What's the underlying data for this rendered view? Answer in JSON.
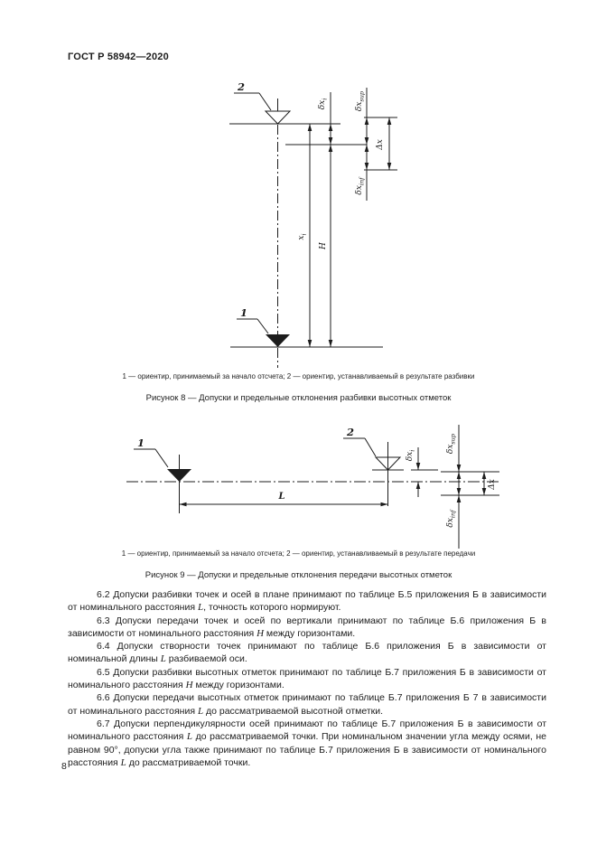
{
  "page": {
    "header": "ГОСТ Р 58942—2020",
    "number": "8"
  },
  "figure8": {
    "marker1": "1",
    "marker2": "2",
    "labels": {
      "xi": "x_i",
      "h": "H",
      "dxi": "δx_i",
      "dxsup": "δx_sup",
      "dxinf": "δx_inf",
      "deltax": "Δx"
    },
    "note": "1 — ориентир, принимаемый за начало отсчета; 2 — ориентир, устанавливаемый в результате разбивки",
    "caption": "Рисунок 8 — Допуски и предельные отклонения разбивки высотных отметок"
  },
  "figure9": {
    "marker1": "1",
    "marker2": "2",
    "labels": {
      "l": "L",
      "dxi": "δx_i",
      "dxsup": "δx_sup",
      "dxinf": "δx_inf",
      "deltax": "Δx"
    },
    "note": "1 — ориентир, принимаемый за начало отсчета; 2 — ориентир, устанавливаемый в результате передачи",
    "caption": "Рисунок 9 — Допуски и предельные отклонения передачи высотных отметок"
  },
  "body": {
    "p62": "6.2 Допуски разбивки точек и осей в плане принимают по таблице Б.5 приложения Б в зависимости от номинального расстояния L, точность которого нормируют.",
    "p63": "6.3 Допуски передачи точек и осей по вертикали принимают по таблице Б.6 приложения Б в зависимости от номинального расстояния H между горизонтами.",
    "p64": "6.4 Допуски створности точек принимают по таблице Б.6 приложения Б в зависимости от номинальной длины L разбиваемой оси.",
    "p65": "6.5 Допуски разбивки высотных отметок принимают по таблице Б.7 приложения Б в зависимости от номинального расстояния H между горизонтами.",
    "p66": "6.6 Допуски передачи высотных отметок принимают по таблице Б.7 приложения Б 7 в зависимости от номинального расстояния L до рассматриваемой высотной отметки.",
    "p67": "6.7 Допуски перпендикулярности осей принимают по таблице Б.7 приложения Б в зависимости от номинального расстояния L до рассматриваемой точки. При номинальном значении угла между осями, не равном 90°, допуски угла также принимают по таблице Б.7 приложения Б в зависимости от номинального расстояния L до рассматриваемой точки."
  }
}
